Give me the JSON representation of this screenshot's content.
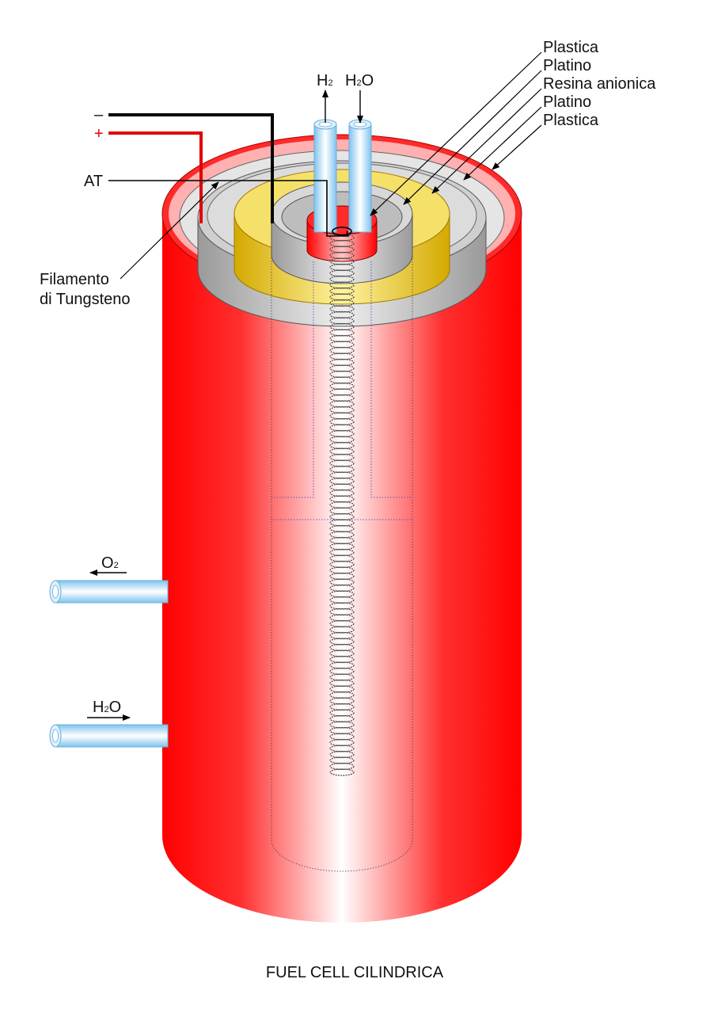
{
  "title": "FUEL CELL CILINDRICA",
  "colors": {
    "body_red": "#ff0000",
    "body_highlight": "#ffffff",
    "gray_layer": "#b3b3b3",
    "yellow_layer": "#f0d030",
    "tube_blue": "#a9d8f5",
    "wire_black": "#000000",
    "wire_red": "#e00000"
  },
  "layer_labels": [
    {
      "text": "Plastica"
    },
    {
      "text": "Platino"
    },
    {
      "text": "Resina anionica"
    },
    {
      "text": "Platino"
    },
    {
      "text": "Plastica"
    }
  ],
  "terminals": {
    "minus": "–",
    "plus": "+"
  },
  "labels": {
    "at": "AT",
    "filament_line1": "Filamento",
    "filament_line2": "di Tungsteno"
  },
  "ports": {
    "top_h2": {
      "main": "H",
      "sub": "2"
    },
    "top_h2o": {
      "main": "H",
      "sub": "2",
      "tail": "O"
    },
    "side_o2": {
      "main": "O",
      "sub": "2"
    },
    "side_h2o": {
      "main": "H",
      "sub": "2",
      "tail": "O"
    }
  }
}
